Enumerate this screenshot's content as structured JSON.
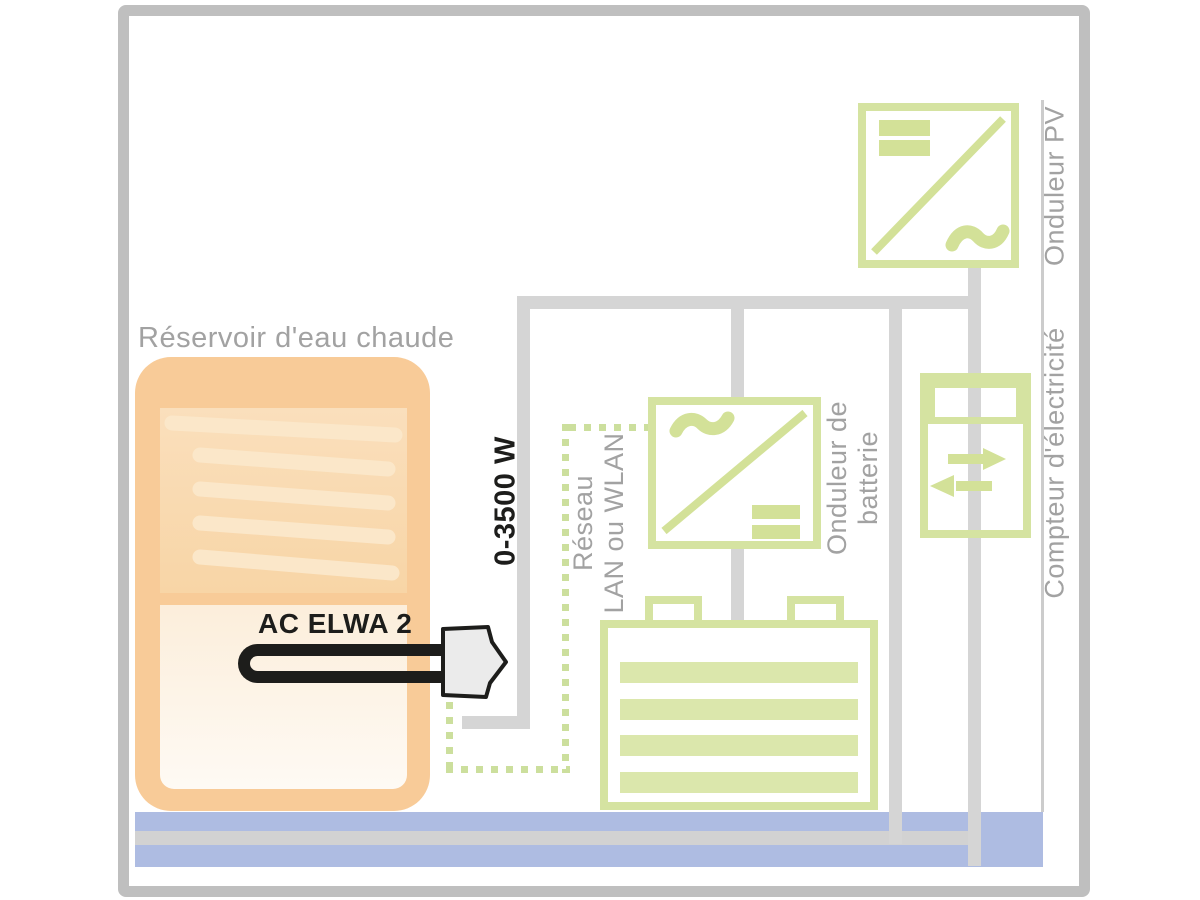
{
  "diagram": {
    "tank": {
      "label": "Réservoir d'eau chaude"
    },
    "device": {
      "label": "AC ELWA 2",
      "power_range": "0-3500 W"
    },
    "network": {
      "line1": "Réseau",
      "line2": "LAN ou WLAN"
    },
    "battery_inverter": {
      "line1": "Onduleur de",
      "line2": "batterie"
    },
    "pv_inverter": {
      "label": "Onduleur PV"
    },
    "meter": {
      "label": "Compteur d'électricité"
    },
    "colors": {
      "green_outline": "#d5e3a1",
      "green_fill": "#dbe7ac",
      "symbol_green": "#d3e198",
      "line_gray": "#d5d5d5",
      "label_gray": "#a2a2a2",
      "tank_orange": "#f8cb98",
      "grid_blue": "#aebce2",
      "text_black": "#1d1d1b"
    }
  }
}
